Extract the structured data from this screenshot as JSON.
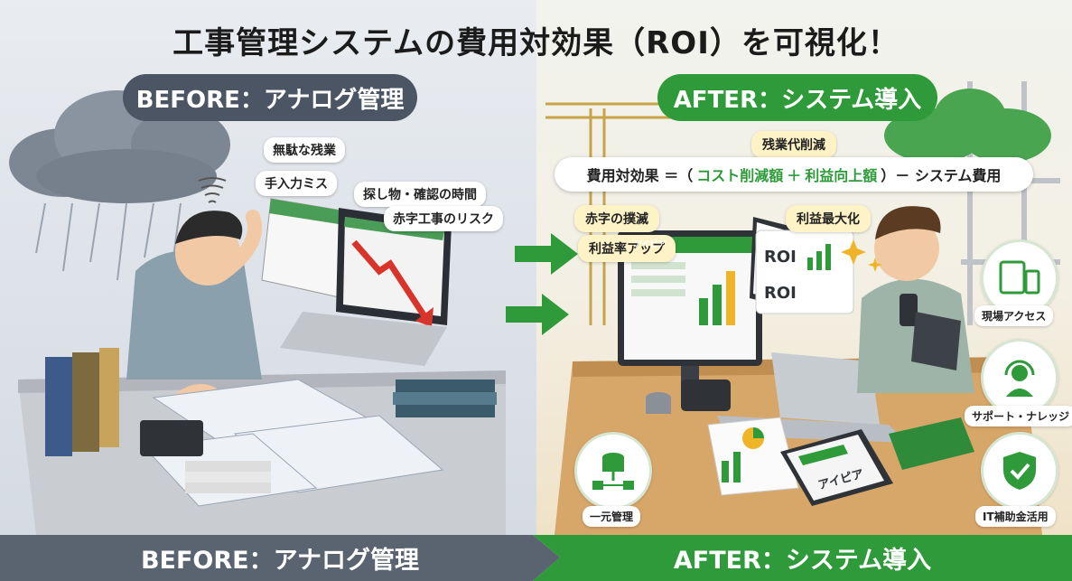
{
  "title": "工事管理システムの費用対効果（ROI）を可視化！",
  "before": {
    "pill": "BEFORE：アナログ管理",
    "bubbles": [
      "無駄な残業",
      "手入力ミス",
      "探し物・確認の時間",
      "赤字工事のリスク"
    ],
    "banner": "BEFORE：アナログ管理"
  },
  "after": {
    "pill": "AFTER：システム導入",
    "top_bubble": "残業代削減",
    "formula": {
      "left": "費用対効果 ＝（",
      "cost": "コスト削減額",
      "plus": "＋",
      "profit": "利益向上額",
      "right": "）－ システム費用"
    },
    "bubbles": [
      "赤字の撲滅",
      "利益最大化",
      "利益率アップ"
    ],
    "features": {
      "mobile": "現場アクセス",
      "support": "サポート・ナレッジ",
      "central": "一元管理",
      "subsidy": "IT補助金活用"
    },
    "brand": "アイピア",
    "roi_label": "ROI",
    "banner": "AFTER：システム導入"
  },
  "colors": {
    "green": "#2f9a3a",
    "gray": "#4b5563",
    "red": "#d9342b"
  }
}
